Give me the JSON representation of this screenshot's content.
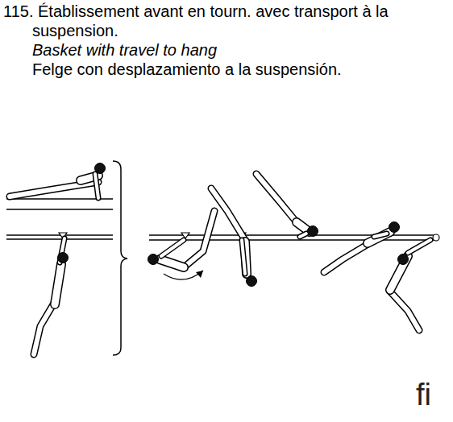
{
  "diagram": {
    "title": "115. Établissement avant en tourn. avec transport à la suspension.",
    "labels": [
      "Basket with travel to hang",
      "Felge con desplazamiento a la suspensión.",
      "fi"
    ]
  }
}
